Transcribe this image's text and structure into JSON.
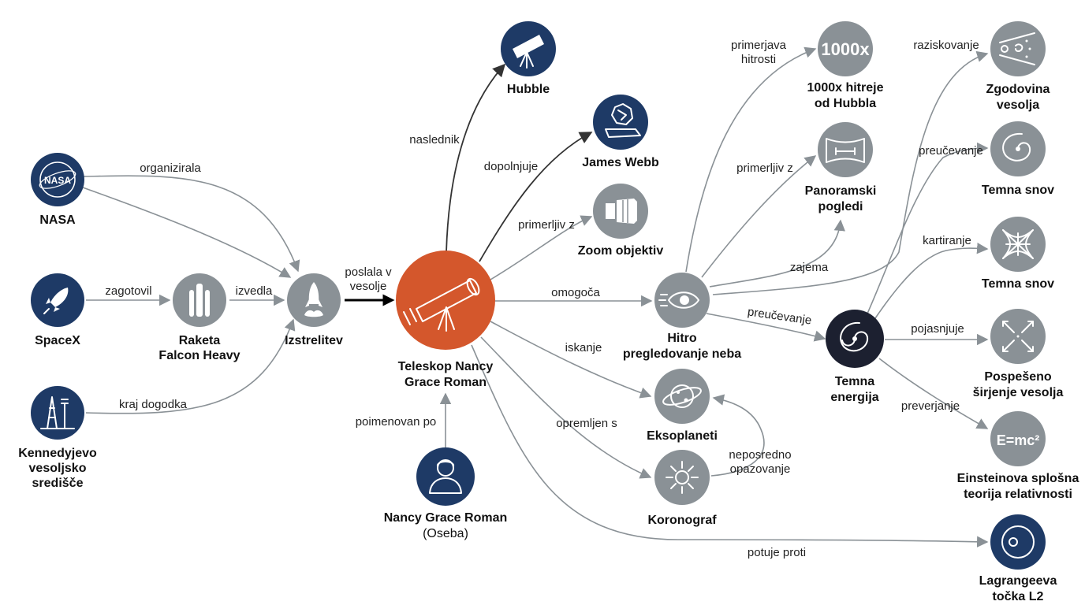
{
  "colors": {
    "navy": "#1e3a66",
    "gray": "#8a9196",
    "orange": "#d4572c",
    "dark": "#1c2030",
    "edge": "#8a9196"
  },
  "nodes": {
    "nasa": {
      "label": "NASA",
      "icon": "nasa-logo-icon"
    },
    "spacex": {
      "label": "SpaceX",
      "icon": "rocket-icon"
    },
    "kennedy": {
      "label1": "Kennedyjevo",
      "label2": "vesoljsko",
      "label3": "središče",
      "icon": "launch-tower-icon"
    },
    "falcon": {
      "label1": "Raketa",
      "label2": "Falcon Heavy",
      "icon": "falcon-rocket-icon"
    },
    "launch": {
      "label": "Izstrelitev",
      "icon": "launch-icon"
    },
    "roman": {
      "label1": "Teleskop Nancy",
      "label2": "Grace Roman",
      "icon": "telescope-icon"
    },
    "person": {
      "label": "Nancy Grace Roman",
      "sub": "(Oseba)",
      "icon": "person-icon"
    },
    "hubble": {
      "label": "Hubble",
      "icon": "telescope-icon"
    },
    "webb": {
      "label": "James Webb",
      "icon": "webb-mirror-icon"
    },
    "zoom": {
      "label": "Zoom objektiv",
      "icon": "lens-icon"
    },
    "survey": {
      "label1": "Hitro",
      "label2": "pregledovanje neba",
      "icon": "eye-icon"
    },
    "exo": {
      "label": "Eksoplaneti",
      "icon": "planet-icon"
    },
    "corona": {
      "label": "Koronograf",
      "icon": "coronagraph-icon"
    },
    "speed": {
      "label1": "1000x hitreje",
      "label2": "od Hubbla",
      "icon_text": "1000x"
    },
    "pano": {
      "label1": "Panoramski",
      "label2": "pogledi",
      "icon": "panorama-icon"
    },
    "energy": {
      "label1": "Temna",
      "label2": "energija",
      "icon": "galaxy-icon"
    },
    "history": {
      "label1": "Zgodovina",
      "label2": "vesolja",
      "icon": "universe-history-icon"
    },
    "matter1": {
      "label": "Temna snov",
      "icon": "dark-matter-icon"
    },
    "matter2": {
      "label": "Temna snov",
      "icon": "mesh-icon"
    },
    "accel": {
      "label1": "Pospešeno",
      "label2": "širjenje vesolja",
      "icon": "expansion-icon"
    },
    "einstein": {
      "label1": "Einsteinova splošna",
      "label2": "teorija relativnosti",
      "icon_text": "E=mc²"
    },
    "l2": {
      "label1": "Lagrangeeva",
      "label2": "točka L2",
      "icon": "orbit-icon"
    }
  },
  "edges": {
    "organizirala": "organizirala",
    "zagotovil": "zagotovil",
    "izvedla": "izvedla",
    "kraj": "kraj dogodka",
    "poslala1": "poslala v",
    "poslala2": "vesolje",
    "naslednik": "naslednik",
    "dopolnjuje": "dopolnjuje",
    "primerljiv_zoom": "primerljiv z",
    "omogoca": "omogoča",
    "iskanje": "iskanje",
    "opremljen": "opremljen s",
    "poimenovan": "poimenovan po",
    "potuje": "potuje proti",
    "primerjava1": "primerjava",
    "primerjava2": "hitrosti",
    "primerljiv_pano": "primerljiv z",
    "zajema": "zajema",
    "preucevanje_energy": "preučevanje",
    "neposredno1": "neposredno",
    "neposredno2": "opazovanje",
    "raziskovanje": "raziskovanje",
    "preucevanje_matter": "preučevanje",
    "kartiranje": "kartiranje",
    "pojasnjuje": "pojasnjuje",
    "preverjanje": "preverjanje"
  }
}
